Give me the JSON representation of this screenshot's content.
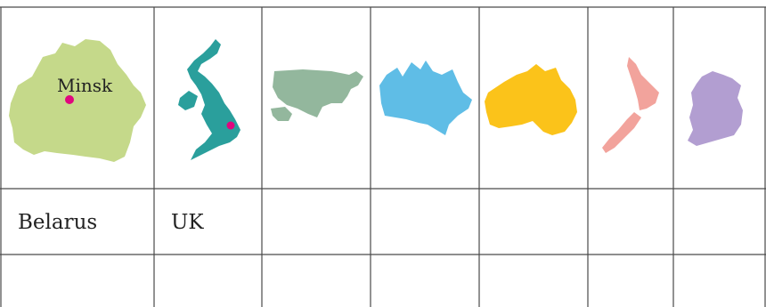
{
  "table": {
    "header_maps": [
      {
        "shape": "belarus-map",
        "color": "#c5d98a",
        "city_label": "Minsk",
        "city_marker": "capital-dot"
      },
      {
        "shape": "uk-map",
        "color": "#2a9f9c",
        "city_marker": "capital-dot"
      },
      {
        "shape": "usa-map",
        "color": "#93b79d"
      },
      {
        "shape": "canada-map",
        "color": "#5fbde6"
      },
      {
        "shape": "australia-map",
        "color": "#fbc31a"
      },
      {
        "shape": "new-zealand-map",
        "color": "#f2a39c"
      },
      {
        "shape": "ireland-map",
        "color": "#b29ed1"
      }
    ],
    "marker_color": "#e0067e",
    "row1": [
      "Belarus",
      "UK",
      "",
      "",
      "",
      "",
      ""
    ],
    "row2": [
      "",
      "",
      "",
      "",
      "",
      "",
      ""
    ]
  }
}
